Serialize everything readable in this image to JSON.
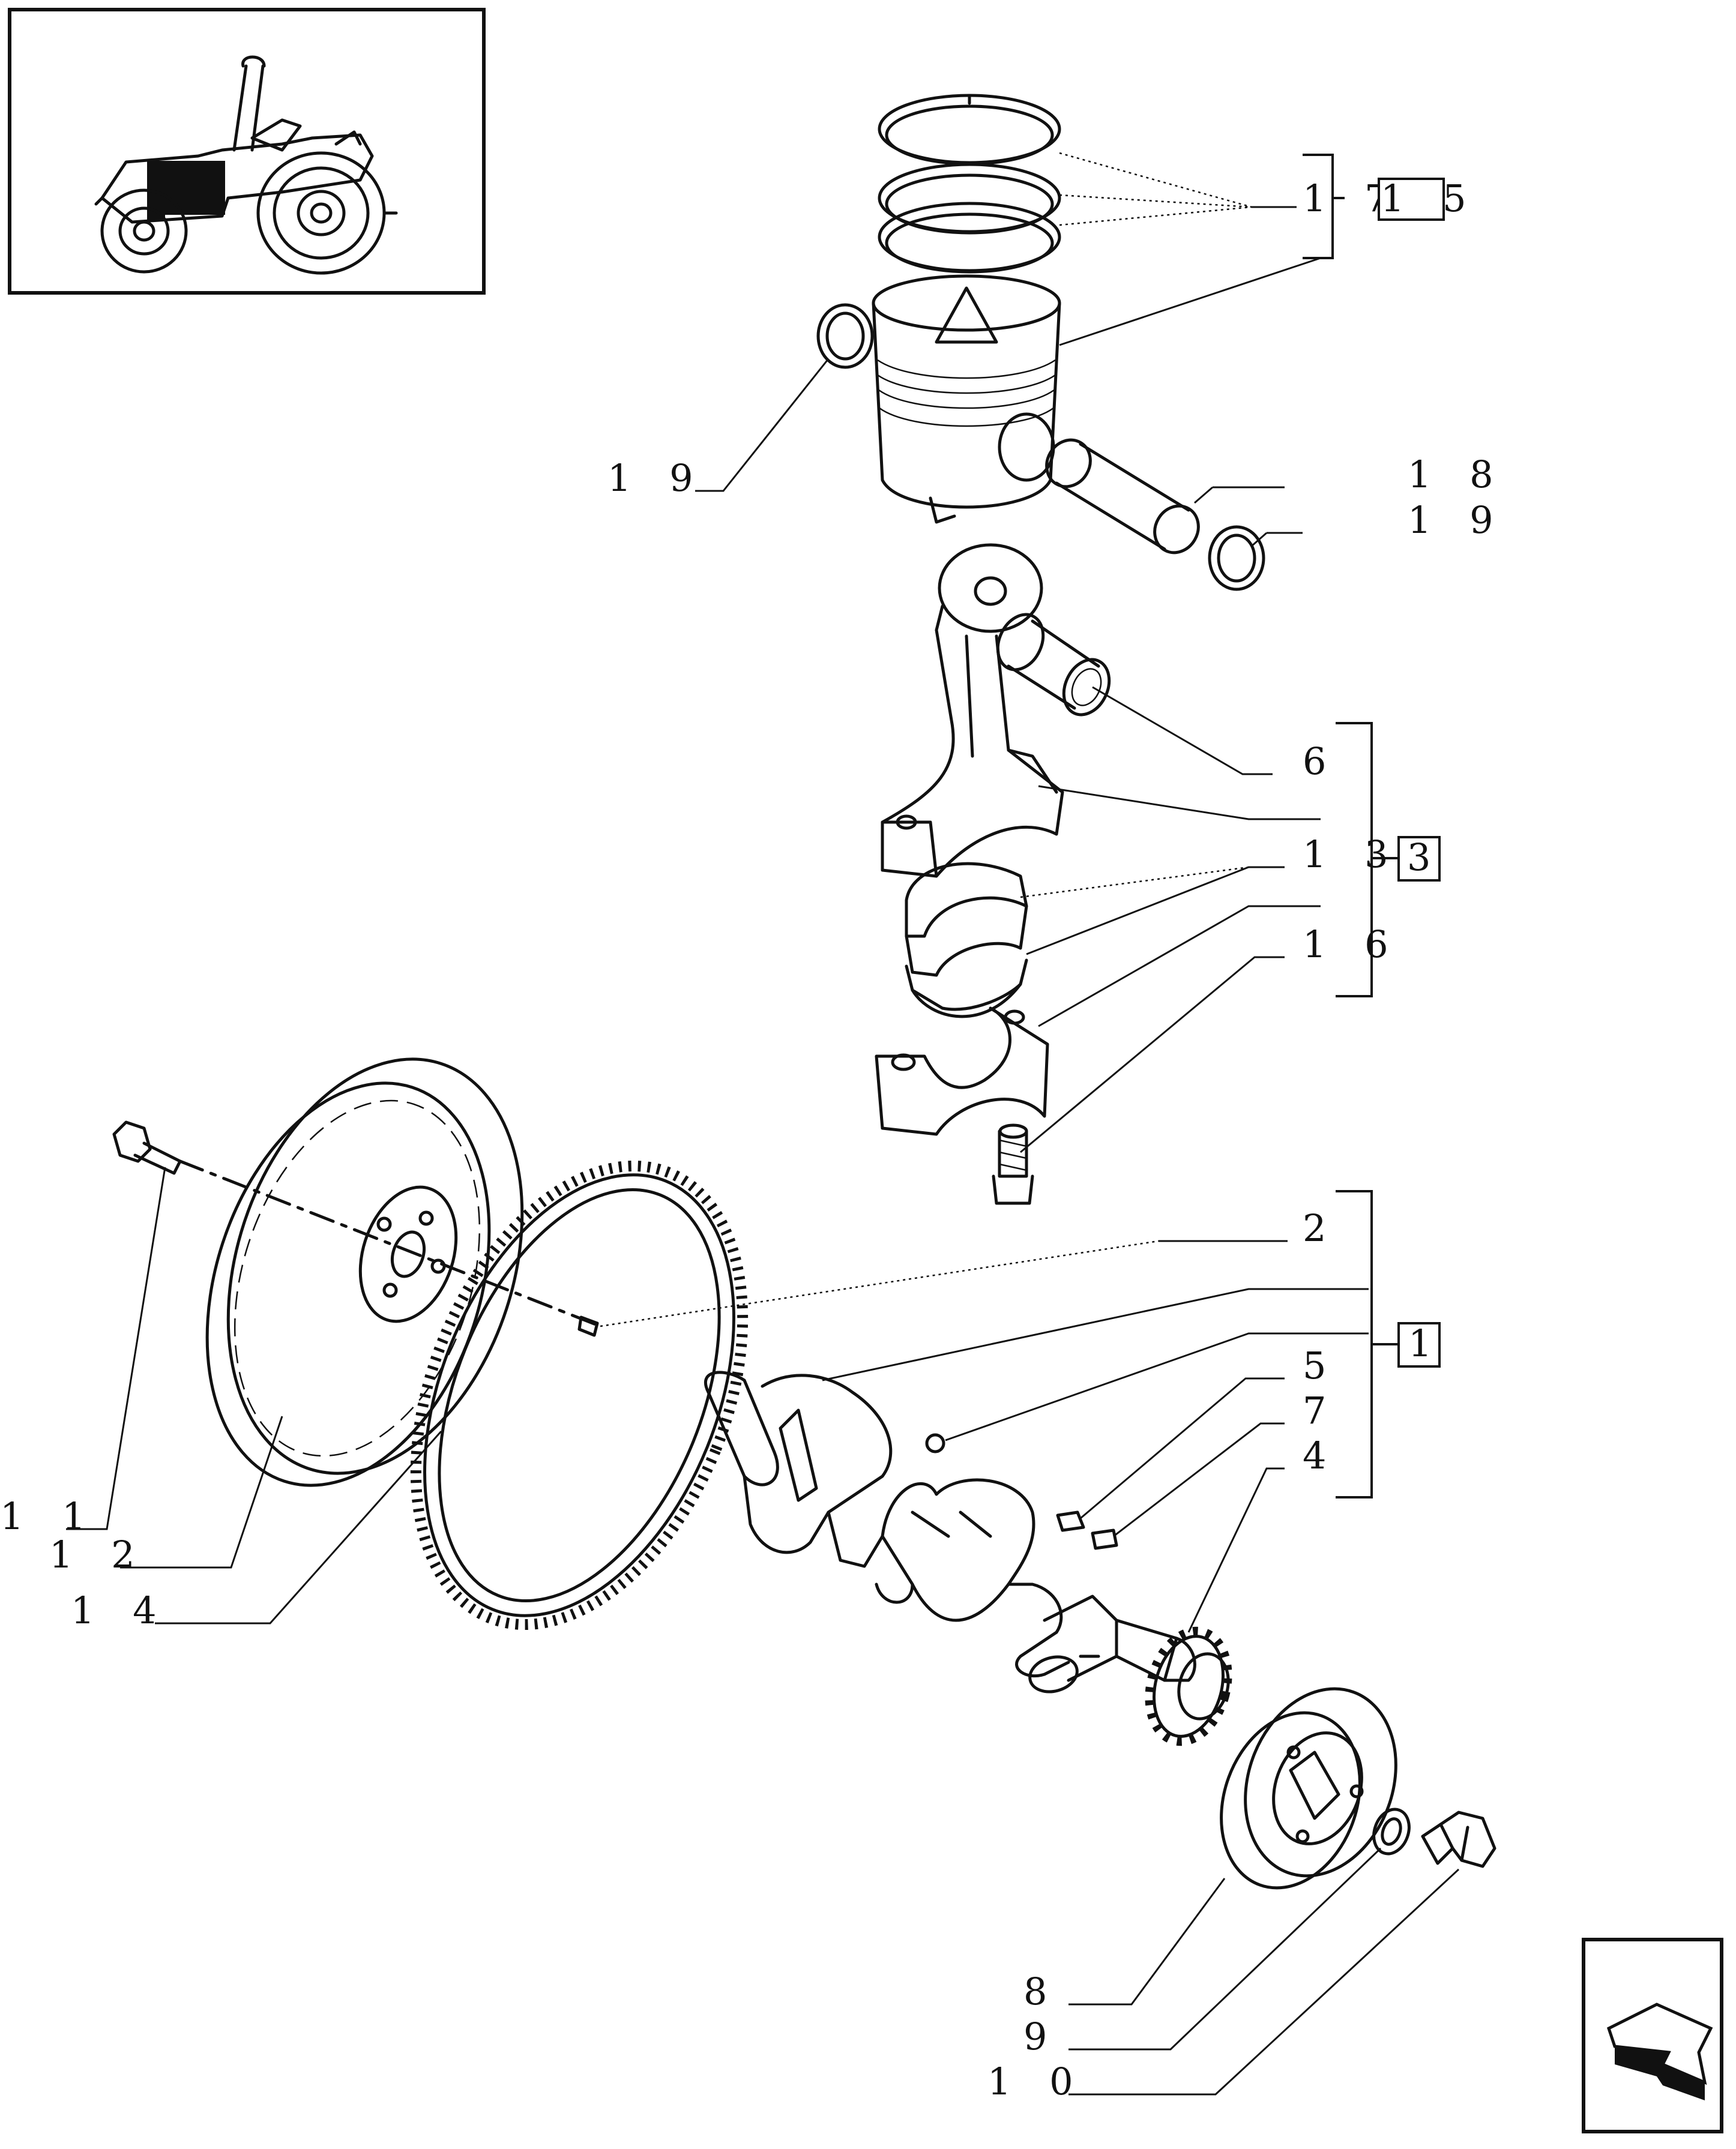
{
  "diagram": {
    "callouts": [
      {
        "id": "c17",
        "label": "1 7"
      },
      {
        "id": "c19a",
        "label": "1 9"
      },
      {
        "id": "c18",
        "label": "1 8"
      },
      {
        "id": "c19b",
        "label": "1 9"
      },
      {
        "id": "c6",
        "label": "6"
      },
      {
        "id": "c13",
        "label": "1 3"
      },
      {
        "id": "c16",
        "label": "1 6"
      },
      {
        "id": "c2",
        "label": "2"
      },
      {
        "id": "c5",
        "label": "5"
      },
      {
        "id": "c7",
        "label": "7"
      },
      {
        "id": "c4",
        "label": "4"
      },
      {
        "id": "c11",
        "label": "1 1"
      },
      {
        "id": "c12",
        "label": "1 2"
      },
      {
        "id": "c14",
        "label": "1 4"
      },
      {
        "id": "c8",
        "label": "8"
      },
      {
        "id": "c9",
        "label": "9"
      },
      {
        "id": "c10",
        "label": "1 0"
      }
    ],
    "kit_boxes": [
      {
        "id": "kit15",
        "label": "1 5"
      },
      {
        "id": "kit3",
        "label": "3"
      },
      {
        "id": "kit1",
        "label": "1"
      }
    ],
    "icons": {
      "locator": "tractor-locator-icon",
      "navigation": "next-page-arrow-icon"
    }
  }
}
